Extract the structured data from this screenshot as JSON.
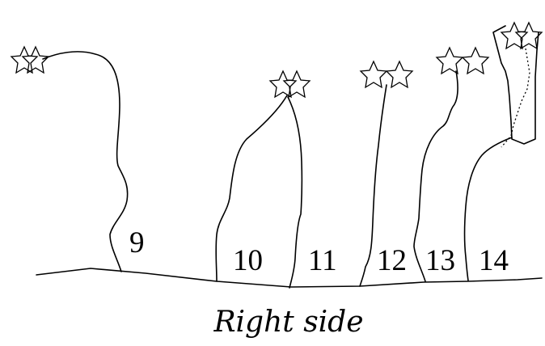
{
  "title": "Right side",
  "routes": [
    {
      "number": "9"
    },
    {
      "number": "10"
    },
    {
      "number": "11"
    },
    {
      "number": "12"
    },
    {
      "number": "13"
    },
    {
      "number": "14"
    }
  ],
  "icons": {
    "belay_anchor": "double-star-icon"
  }
}
